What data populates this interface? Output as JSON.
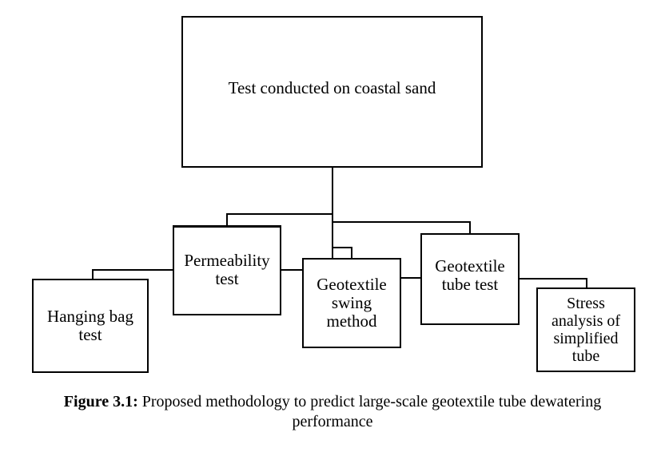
{
  "diagram": {
    "root": "Test conducted on coastal sand",
    "nodes": {
      "permeability": "Permeability\ntest",
      "hanging_bag": "Hanging bag\ntest",
      "swing": "Geotextile\nswing\nmethod",
      "tube_test": "Geotextile\ntube test",
      "stress": "Stress\nanalysis of\nsimplified\ntube"
    }
  },
  "caption": {
    "label": "Figure 3.1:",
    "text": "Proposed methodology to predict large-scale geotextile tube dewatering performance"
  }
}
